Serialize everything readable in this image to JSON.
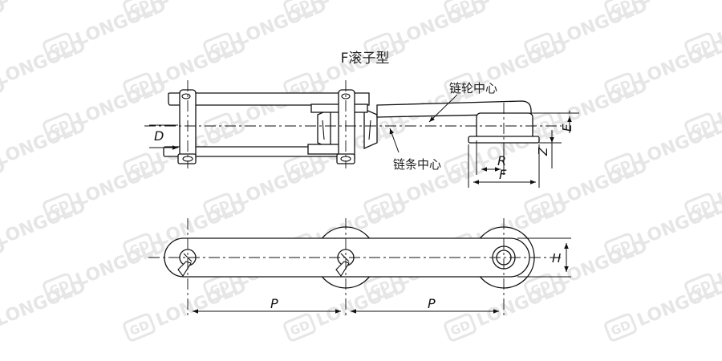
{
  "title": "F滚子型",
  "labels": {
    "sprocket_center": "链轮中心",
    "chain_center": "链条中心"
  },
  "dimensions": {
    "D": "D",
    "E": "E",
    "Z": "Z",
    "R": "R",
    "F": "F",
    "H": "H",
    "P1": "P",
    "P2": "P"
  },
  "watermark": {
    "text": "LONGOLD",
    "logo": "GD",
    "color": "#e6e6e6"
  },
  "colors": {
    "line": "#111111",
    "fill": "#ffffff"
  }
}
